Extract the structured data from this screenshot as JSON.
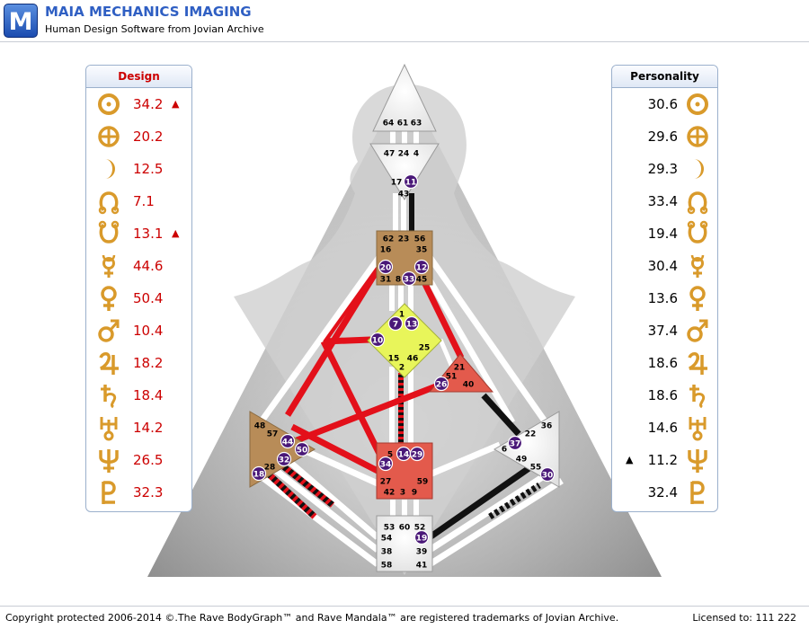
{
  "header": {
    "logo_letter": "M",
    "title": "MAIA MECHANICS IMAGING",
    "subtitle": "Human Design Software from Jovian Archive"
  },
  "design": {
    "title": "Design",
    "color": "#cc0000",
    "rows": [
      {
        "planet": "sun",
        "value": "34.2",
        "mark": "▲"
      },
      {
        "planet": "earth",
        "value": "20.2",
        "mark": ""
      },
      {
        "planet": "moon",
        "value": "12.5",
        "mark": ""
      },
      {
        "planet": "north-node",
        "value": "7.1",
        "mark": ""
      },
      {
        "planet": "south-node",
        "value": "13.1",
        "mark": "▲"
      },
      {
        "planet": "mercury",
        "value": "44.6",
        "mark": ""
      },
      {
        "planet": "venus",
        "value": "50.4",
        "mark": ""
      },
      {
        "planet": "mars",
        "value": "10.4",
        "mark": ""
      },
      {
        "planet": "jupiter",
        "value": "18.2",
        "mark": ""
      },
      {
        "planet": "saturn",
        "value": "18.4",
        "mark": ""
      },
      {
        "planet": "uranus",
        "value": "14.2",
        "mark": ""
      },
      {
        "planet": "neptune",
        "value": "26.5",
        "mark": ""
      },
      {
        "planet": "pluto",
        "value": "32.3",
        "mark": ""
      }
    ]
  },
  "personality": {
    "title": "Personality",
    "color": "#000000",
    "rows": [
      {
        "planet": "sun",
        "value": "30.6",
        "mark": ""
      },
      {
        "planet": "earth",
        "value": "29.6",
        "mark": ""
      },
      {
        "planet": "moon",
        "value": "29.3",
        "mark": ""
      },
      {
        "planet": "north-node",
        "value": "33.4",
        "mark": ""
      },
      {
        "planet": "south-node",
        "value": "19.4",
        "mark": ""
      },
      {
        "planet": "mercury",
        "value": "30.4",
        "mark": ""
      },
      {
        "planet": "venus",
        "value": "13.6",
        "mark": ""
      },
      {
        "planet": "mars",
        "value": "37.4",
        "mark": ""
      },
      {
        "planet": "jupiter",
        "value": "18.6",
        "mark": ""
      },
      {
        "planet": "saturn",
        "value": "18.6",
        "mark": ""
      },
      {
        "planet": "uranus",
        "value": "14.6",
        "mark": ""
      },
      {
        "planet": "neptune",
        "value": "11.2",
        "mark": "▲"
      },
      {
        "planet": "pluto",
        "value": "32.4",
        "mark": ""
      }
    ]
  },
  "bodygraph": {
    "colors": {
      "design_channel": "#e3101a",
      "personality_channel": "#111111",
      "open_channel": "#ffffff",
      "head": "#ffffff",
      "ajna": "#ffffff",
      "throat": "#b88c58",
      "g_center": "#e8f55a",
      "heart": "#e35a4c",
      "spleen": "#b88c58",
      "sacral": "#e35a4c",
      "solar_plexus": "#ffffff",
      "root": "#ffffff",
      "gate_circle": "#4a1878",
      "background_triangle": "#a8a8a8",
      "silhouette": "#c4c4c4",
      "glyph_gold": "#d99a2b"
    },
    "gates": [
      {
        "id": "g64",
        "n": "64",
        "c": false
      },
      {
        "id": "g61",
        "n": "61",
        "c": false
      },
      {
        "id": "g63",
        "n": "63",
        "c": false
      },
      {
        "id": "g47",
        "n": "47",
        "c": false
      },
      {
        "id": "g24",
        "n": "24",
        "c": false
      },
      {
        "id": "g4",
        "n": "4",
        "c": false
      },
      {
        "id": "g17",
        "n": "17",
        "c": false
      },
      {
        "id": "g11",
        "n": "11",
        "c": true
      },
      {
        "id": "g43",
        "n": "43",
        "c": false
      },
      {
        "id": "g62",
        "n": "62",
        "c": false
      },
      {
        "id": "g23",
        "n": "23",
        "c": false
      },
      {
        "id": "g56",
        "n": "56",
        "c": false
      },
      {
        "id": "g16",
        "n": "16",
        "c": false
      },
      {
        "id": "g35",
        "n": "35",
        "c": false
      },
      {
        "id": "g20",
        "n": "20",
        "c": true
      },
      {
        "id": "g12",
        "n": "12",
        "c": true
      },
      {
        "id": "g31",
        "n": "31",
        "c": false
      },
      {
        "id": "g8",
        "n": "8",
        "c": false
      },
      {
        "id": "g33",
        "n": "33",
        "c": true
      },
      {
        "id": "g45",
        "n": "45",
        "c": false
      },
      {
        "id": "g1",
        "n": "1",
        "c": false
      },
      {
        "id": "g7",
        "n": "7",
        "c": true
      },
      {
        "id": "g13",
        "n": "13",
        "c": true
      },
      {
        "id": "g10",
        "n": "10",
        "c": true
      },
      {
        "id": "g25",
        "n": "25",
        "c": false
      },
      {
        "id": "g15",
        "n": "15",
        "c": false
      },
      {
        "id": "g46",
        "n": "46",
        "c": false
      },
      {
        "id": "g2",
        "n": "2",
        "c": false
      },
      {
        "id": "g21",
        "n": "21",
        "c": false
      },
      {
        "id": "g51",
        "n": "51",
        "c": false
      },
      {
        "id": "g26",
        "n": "26",
        "c": true
      },
      {
        "id": "g40",
        "n": "40",
        "c": false
      },
      {
        "id": "g48",
        "n": "48",
        "c": false
      },
      {
        "id": "g57",
        "n": "57",
        "c": false
      },
      {
        "id": "g44",
        "n": "44",
        "c": true
      },
      {
        "id": "g50",
        "n": "50",
        "c": true
      },
      {
        "id": "g32",
        "n": "32",
        "c": true
      },
      {
        "id": "g28",
        "n": "28",
        "c": false
      },
      {
        "id": "g18",
        "n": "18",
        "c": true
      },
      {
        "id": "g5",
        "n": "5",
        "c": false
      },
      {
        "id": "g14",
        "n": "14",
        "c": true
      },
      {
        "id": "g29",
        "n": "29",
        "c": true
      },
      {
        "id": "g34",
        "n": "34",
        "c": true
      },
      {
        "id": "g27",
        "n": "27",
        "c": false
      },
      {
        "id": "g59",
        "n": "59",
        "c": false
      },
      {
        "id": "g42",
        "n": "42",
        "c": false
      },
      {
        "id": "g3",
        "n": "3",
        "c": false
      },
      {
        "id": "g9",
        "n": "9",
        "c": false
      },
      {
        "id": "g36",
        "n": "36",
        "c": false
      },
      {
        "id": "g22",
        "n": "22",
        "c": false
      },
      {
        "id": "g37",
        "n": "37",
        "c": true
      },
      {
        "id": "g6",
        "n": "6",
        "c": false
      },
      {
        "id": "g49",
        "n": "49",
        "c": false
      },
      {
        "id": "g55",
        "n": "55",
        "c": false
      },
      {
        "id": "g30",
        "n": "30",
        "c": true
      },
      {
        "id": "g53",
        "n": "53",
        "c": false
      },
      {
        "id": "g60",
        "n": "60",
        "c": false
      },
      {
        "id": "g52",
        "n": "52",
        "c": false
      },
      {
        "id": "g54",
        "n": "54",
        "c": false
      },
      {
        "id": "g19",
        "n": "19",
        "c": true
      },
      {
        "id": "g38",
        "n": "38",
        "c": false
      },
      {
        "id": "g39",
        "n": "39",
        "c": false
      },
      {
        "id": "g58",
        "n": "58",
        "c": false
      },
      {
        "id": "g41",
        "n": "41",
        "c": false
      }
    ]
  },
  "footer": {
    "copyright": "Copyright protected 2006-2014 ©.The Rave BodyGraph™ and Rave Mandala™ are registered trademarks of Jovian Archive.",
    "license": "Licensed to: 111 222"
  }
}
